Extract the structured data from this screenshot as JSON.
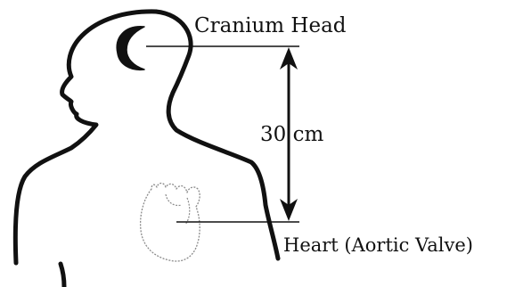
{
  "labels": {
    "cranium": "Cranium Head",
    "distance": "30 cm",
    "heart": "Heart (Aortic Valve)"
  },
  "colors": {
    "ink": "#111111",
    "heart_outline": "#8a8a8a",
    "background": "#ffffff"
  },
  "icons": {
    "arrow": "double-headed-vertical-arrow",
    "body": "human-silhouette-outline",
    "brain": "cranium-curve",
    "heart": "heart-sketch"
  }
}
